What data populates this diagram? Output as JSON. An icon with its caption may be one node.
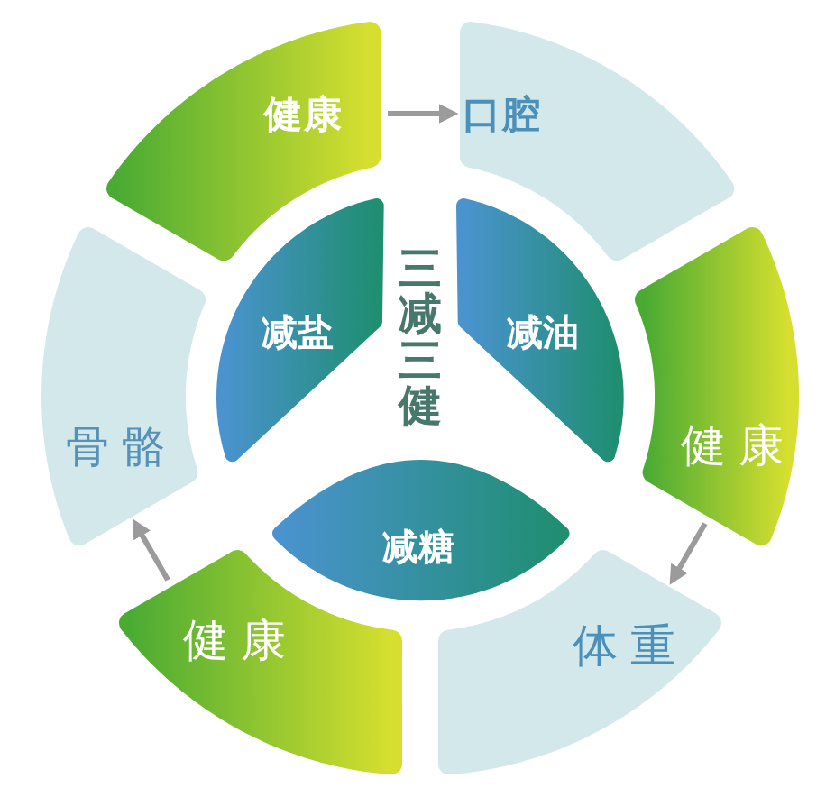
{
  "diagram": {
    "nodes": [
      {
        "text": [
          "健康"
        ]
      },
      {
        "text": [
          "口腔"
        ]
      },
      {
        "text": [
          "健康"
        ]
      },
      {
        "text": [
          "体重"
        ]
      },
      {
        "text": [
          "健康"
        ]
      },
      {
        "text": [
          "骨骼"
        ]
      },
      {
        "text": [
          "减盐"
        ]
      },
      {
        "text": [
          "减油"
        ]
      },
      {
        "text": [
          "减糖"
        ]
      }
    ],
    "edges": [
      {
        "from": 0,
        "to": 1,
        "arrow": "to"
      },
      {
        "from": 2,
        "to": 3,
        "arrow": "to"
      },
      {
        "from": 4,
        "to": 5,
        "arrow": "to"
      }
    ],
    "labels": [
      "三减三健"
    ]
  }
}
